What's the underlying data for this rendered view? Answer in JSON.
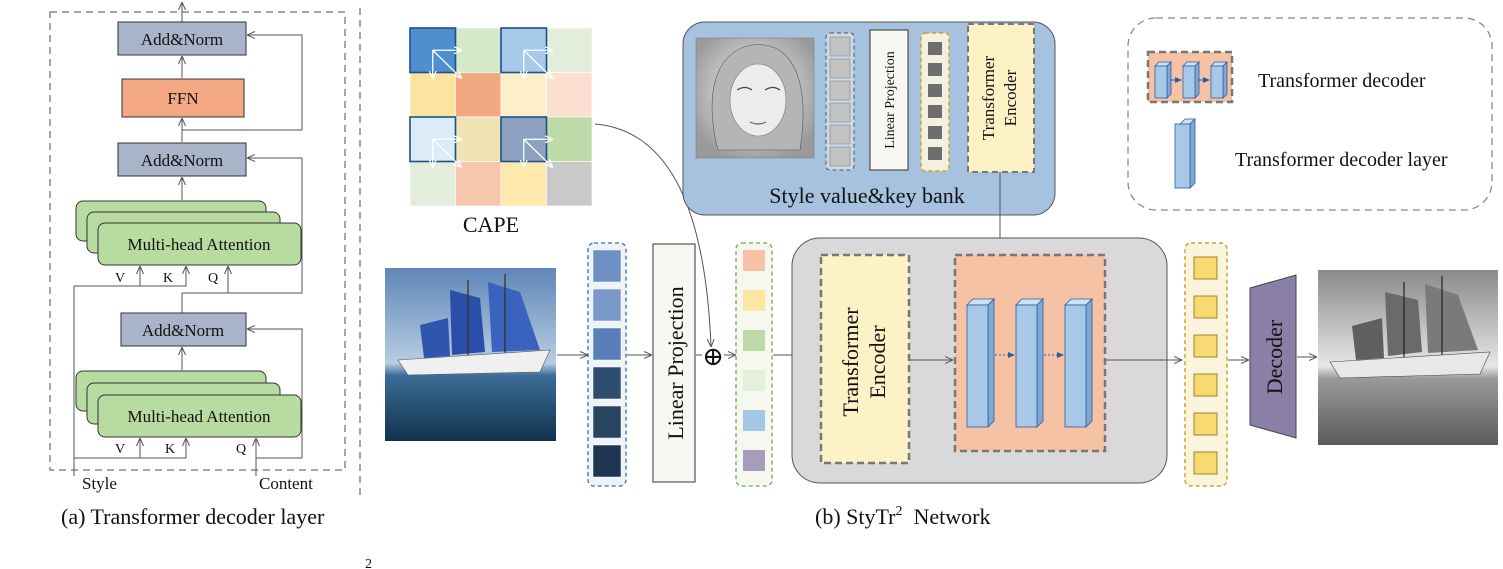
{
  "panel_a": {
    "add_norm_label": "Add&Norm",
    "ffn_label": "FFN",
    "attention_label": "Multi-head Attention",
    "v_label": "V",
    "k_label": "K",
    "q_label": "Q",
    "style_input_label": "Style",
    "content_input_label": "Content",
    "caption": "(a) Transformer decoder layer"
  },
  "panel_b": {
    "cape_label": "CAPE",
    "style_bank_label": "Style value&key bank",
    "linear_projection_label": "Linear Projection",
    "transformer_encoder_label": "Transformer Encoder",
    "transformer_encoder_line1": "Transformer",
    "transformer_encoder_line2": "Encoder",
    "decoder_label": "Decoder",
    "plus_symbol": "⊕",
    "caption_prefix": "(b) StyTr",
    "caption_superscript": "2",
    "caption_suffix": "  Network",
    "stray_superscript": "2"
  },
  "legend": {
    "decoder_label": "Transformer decoder",
    "decoder_layer_label": "Transformer decoder layer"
  },
  "colors": {
    "gray_box": "#aab4c8",
    "ffn": "#f4a884",
    "attention": "#b8dba2",
    "style_bank_bg": "#a6c2de",
    "network_bg": "#d9d9d9",
    "encoder_fill": "#fdf1c6",
    "decoder_block": "#f6c2a5",
    "decoder_layer": "#a8c8e8",
    "decoder_module": "#8a7fa6",
    "output_token": "#f8da72"
  },
  "cape_grid": [
    [
      "#4f8fd0",
      "#d3e9c9",
      "#a7c9ea",
      "#e2eedb"
    ],
    [
      "#fde3a0",
      "#f2a982",
      "#fdf0c8",
      "#fbe0d2"
    ],
    [
      "#dcecf7",
      "#efe2b3",
      "#8ca1bf",
      "#bedaa7"
    ],
    [
      "#e2eedb",
      "#f6c6ad",
      "#fde9ae",
      "#c9c9c9"
    ]
  ],
  "embedding_tokens": [
    "#f7c2a6",
    "#fde5a2",
    "#bddba8",
    "#e4f0db",
    "#a5c7e6",
    "#a89cbc"
  ]
}
